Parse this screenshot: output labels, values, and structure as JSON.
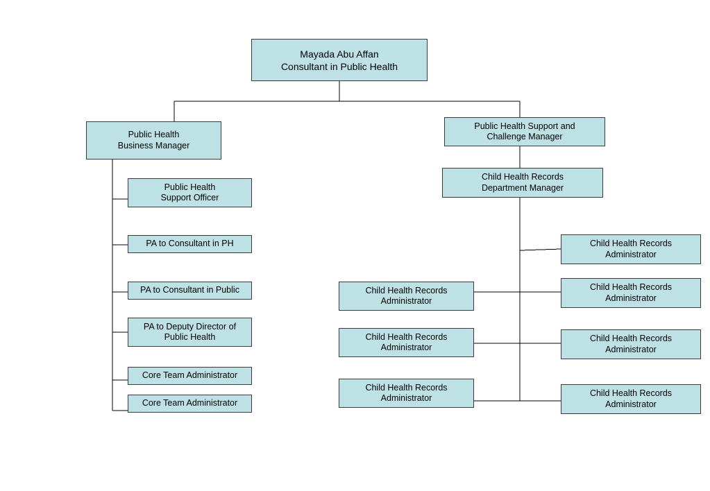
{
  "colors": {
    "box_fill": "#bde1e4",
    "box_border": "#3a3a3a",
    "connector": "#000000"
  },
  "root": {
    "name": "Mayada Abu Affan",
    "title": "Consultant in Public Health"
  },
  "left_branch": {
    "manager": {
      "line1": "Public Health",
      "line2": "Business Manager"
    },
    "reports": [
      {
        "line1": "Public Health",
        "line2": "Support Officer"
      },
      {
        "line1": "PA to Consultant in PH",
        "line2": ""
      },
      {
        "line1": "PA to Consultant in Public",
        "line2": ""
      },
      {
        "line1": "PA to Deputy Director of",
        "line2": "Public Health"
      },
      {
        "line1": "Core Team Administrator",
        "line2": ""
      },
      {
        "line1": "Core Team Administrator",
        "line2": ""
      }
    ]
  },
  "right_branch": {
    "manager": {
      "line1": "Public Health Support and",
      "line2": "Challenge Manager"
    },
    "department_manager": {
      "line1": "Child Health Records",
      "line2": "Department Manager"
    },
    "left_reports": [
      {
        "line1": "Child Health Records",
        "line2": "Administrator"
      },
      {
        "line1": "Child Health Records",
        "line2": "Administrator"
      },
      {
        "line1": "Child Health Records",
        "line2": "Administrator"
      }
    ],
    "right_reports": [
      {
        "line1": "Child Health Records",
        "line2": "Administrator"
      },
      {
        "line1": "Child Health Records",
        "line2": "Administrator"
      },
      {
        "line1": "Child Health Records",
        "line2": "Administrator"
      },
      {
        "line1": "Child Health Records",
        "line2": "Administrator"
      }
    ]
  }
}
